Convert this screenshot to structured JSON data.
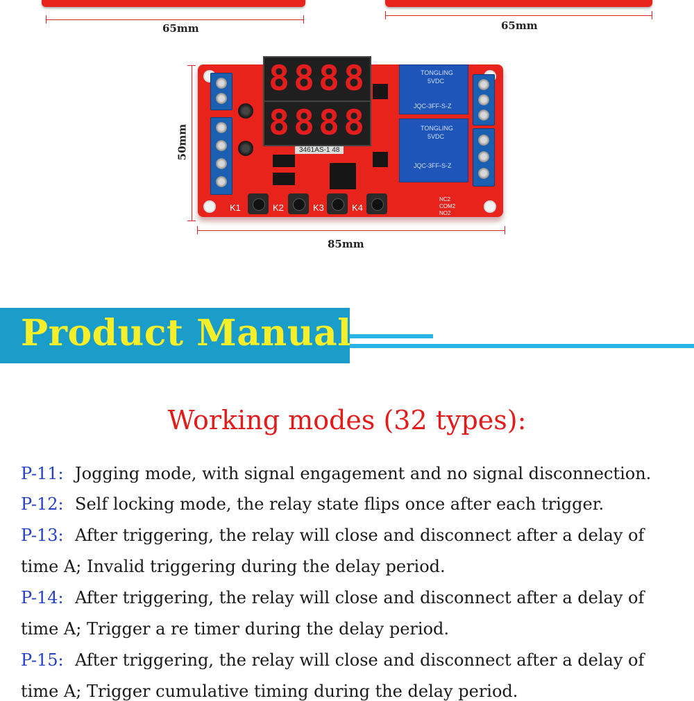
{
  "dimensions": {
    "top_left_width": "65mm",
    "top_right_width": "65mm",
    "board_height": "50mm",
    "board_width": "85mm"
  },
  "board": {
    "display_digits": [
      "8",
      "8",
      "8",
      "8"
    ],
    "display_digits_2": [
      "8",
      "8",
      "8",
      "8"
    ],
    "display_label": "3461AS-1   48",
    "relay1_brand": "TONGLING",
    "relay1_voltage": "5VDC",
    "relay1_model": "JQC-3FF-S-Z",
    "relay2_brand": "TONGLING",
    "relay2_voltage": "5VDC",
    "relay2_model": "JQC-3FF-S-Z",
    "buttons": [
      "K1",
      "K2",
      "K3",
      "K4"
    ],
    "relay_pins": [
      "NC2",
      "COM2",
      "NO2"
    ],
    "colors": {
      "pcb": "#e8231c",
      "terminal": "#1a5fb0",
      "relay": "#1f55b8",
      "display_segment": "#e21d1d"
    }
  },
  "banner": {
    "title": "Product Manual"
  },
  "subtitle": "Working modes (32 types):",
  "modes": [
    {
      "code": "P-11:",
      "text": "Jogging mode, with signal engagement and no signal disconnection."
    },
    {
      "code": "P-12:",
      "text": "Self locking mode, the relay state flips once after each trigger."
    },
    {
      "code": "P-13:",
      "text": "After triggering, the relay will close and disconnect after a delay of",
      "cont": "time A; Invalid triggering during the delay period."
    },
    {
      "code": "P-14:",
      "text": "After triggering, the relay will close and disconnect after a delay of",
      "cont": "time A; Trigger a re timer during the delay period."
    },
    {
      "code": "P-15:",
      "text": "After triggering, the relay will close and disconnect after a delay of",
      "cont": "time A; Trigger cumulative timing during the delay period."
    }
  ]
}
